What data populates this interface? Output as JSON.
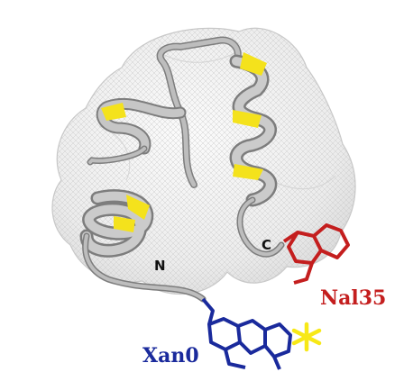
{
  "labels": {
    "n_terminus": "N",
    "c_terminus": "C",
    "nal_residue": "Nal35",
    "xan_residue": "Xan0"
  },
  "colors": {
    "surface_fill": "#f0f0f0",
    "surface_mesh": "#b4b4b4",
    "ribbon": "#a9a9a9",
    "helix_highlight": "#f4e21c",
    "nal_color": "#c41e1e",
    "xan_color": "#1a2a9c",
    "star_color": "#f7e817"
  },
  "icons": {
    "star": "asterisk-star-icon"
  }
}
